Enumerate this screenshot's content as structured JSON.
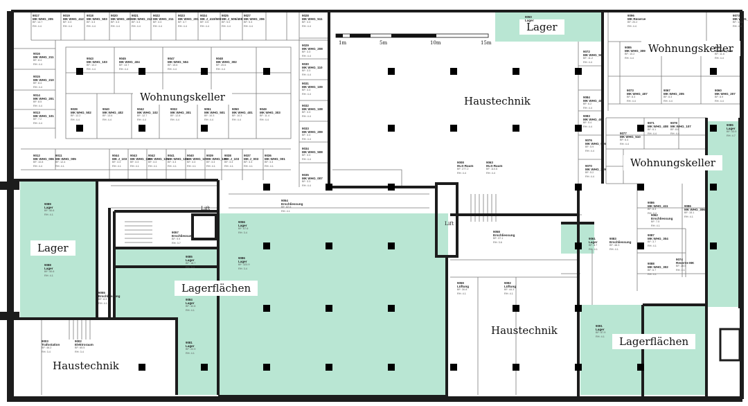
{
  "colors": {
    "storage": "#b9e6d3",
    "wall": "#1c1c1c",
    "pillar": "#000000",
    "line": "#777777",
    "background": "#ffffff"
  },
  "scale": {
    "labels": [
      "1m",
      "5m",
      "10m",
      "15m"
    ]
  },
  "zones": {
    "lager_top": "Lager",
    "lager_left": "Lager",
    "lagerflaechen_mid": "Lagerflächen",
    "lagerflaechen_right": "Lagerflächen",
    "haustechnik_top": "Haustechnik",
    "haustechnik_mid": "Haustechnik",
    "haustechnik_left": "Haustechnik",
    "wohnungskeller_left": "Wohnungskeller",
    "wohnungskeller_right_top": "Wohnungskeller",
    "wohnungskeller_right_mid": "Wohnungskeller",
    "lift_left": "Lift",
    "lift_mid": "Lift"
  },
  "rooms": [
    {
      "no": "9017",
      "name": "MK WHG_205",
      "a": "BF: 14.7",
      "b": "RH: 4.4"
    },
    {
      "no": "9019",
      "name": "MK WHG_412",
      "a": "BF: 3.3",
      "b": "RH: 4.4"
    },
    {
      "no": "9018",
      "name": "MK WHG_503",
      "a": "BF: 3.3",
      "b": "RH: 4.4"
    },
    {
      "no": "9020",
      "name": "MK WHG_409",
      "a": "BF: 3.3",
      "b": "RH: 4.4"
    },
    {
      "no": "9021",
      "name": "MK WHG_212",
      "a": "BF: 3.3",
      "b": "RH: 4.4"
    },
    {
      "no": "9022",
      "name": "MK WHG_211",
      "a": "BF: 3.3",
      "b": "RH: 4.4"
    },
    {
      "no": "9023",
      "name": "MK WHG_201",
      "a": "BF: 3.7",
      "b": "RH: 4.4"
    },
    {
      "no": "9024",
      "name": "MK J_410/509",
      "a": "BF: 3.5",
      "b": "RH: 4.4"
    },
    {
      "no": "9025",
      "name": "MK J_505/408",
      "a": "BF: 5.0",
      "b": "RH: 4.4"
    },
    {
      "no": "9027",
      "name": "MK WHG_206",
      "a": "BF: 5.3",
      "b": "RH: 4.4"
    },
    {
      "no": "9028",
      "name": "MK WHG_511",
      "a": "BF: 3.3",
      "b": "RH: 4.4"
    },
    {
      "no": "9016",
      "name": "MK WHG_211",
      "a": "BF: 8.4",
      "b": "RH: 4.4"
    },
    {
      "no": "9015",
      "name": "MK WHG_210",
      "a": "BF: 8.4",
      "b": "RH: 4.4"
    },
    {
      "no": "9014",
      "name": "MK WHG_201",
      "a": "BF: 8.5",
      "b": "RH: 4.4"
    },
    {
      "no": "9013",
      "name": "MK WHG_101",
      "a": "BF: 7.2",
      "b": "RH: 4.4"
    },
    {
      "no": "9043",
      "name": "MK WHG_103",
      "a": "BF: 10.2",
      "b": "RH: 4.4"
    },
    {
      "no": "9045",
      "name": "MK WHG_404",
      "a": "BF: 13.7",
      "b": "RH: 4.4"
    },
    {
      "no": "9047",
      "name": "MK WHG_504",
      "a": "BF: 15.6",
      "b": "RH: 4.4"
    },
    {
      "no": "9048",
      "name": "MK WHG_302",
      "a": "BF: 20.6",
      "b": "RH: 4.4"
    },
    {
      "no": "9039",
      "name": "MK WHG_502",
      "a": "BF: 12.2",
      "b": "RH: 4.4"
    },
    {
      "no": "9040",
      "name": "MK WHG_402",
      "a": "BF: 13.6",
      "b": "RH: 4.4"
    },
    {
      "no": "9042",
      "name": "MK WHG_102",
      "a": "BF: 12.7",
      "b": "RH: 4.4"
    },
    {
      "no": "9032",
      "name": "MK WHG_301",
      "a": "BF: 12.8",
      "b": "RH: 4.4"
    },
    {
      "no": "9051",
      "name": "MK WHG_501",
      "a": "BF: 10.3",
      "b": "RH: 4.4"
    },
    {
      "no": "9050",
      "name": "MK WHG_401",
      "a": "BF: 10.3",
      "b": "RH: 4.4"
    },
    {
      "no": "9049",
      "name": "MK WHG_303",
      "a": "BF: 11.4",
      "b": "RH: 4.4"
    },
    {
      "no": "9029",
      "name": "MK WHG_208",
      "a": "BF: 3.3",
      "b": "RH: 4.4"
    },
    {
      "no": "9030",
      "name": "MK WHG_110",
      "a": "BF: 3.3",
      "b": "RH: 4.4"
    },
    {
      "no": "9031",
      "name": "MK WHG_109",
      "a": "BF: 3.3",
      "b": "RH: 4.4"
    },
    {
      "no": "9032",
      "name": "MK WHG_108",
      "a": "BF: 3.3",
      "b": "RH: 4.4"
    },
    {
      "no": "9033",
      "name": "MK WHG_209",
      "a": "BF: 3.3",
      "b": "RH: 4.4"
    },
    {
      "no": "9034",
      "name": "MK WHG_508",
      "a": "BF: 3.3",
      "b": "RH: 4.4"
    },
    {
      "no": "9035",
      "name": "MK WHG_007",
      "a": "BF: 3.3",
      "b": "RH: 4.4"
    },
    {
      "no": "9012",
      "name": "MK WHG_006",
      "a": "BF: 10.8",
      "b": "RH: 4.4"
    },
    {
      "no": "9011",
      "name": "MK WHG_005",
      "a": "BF: 12.4",
      "b": "RH: 4.1"
    },
    {
      "no": "9044",
      "name": "MK J_103",
      "a": "BF: 3.3",
      "b": "RH: 4.1"
    },
    {
      "no": "9043",
      "name": "MK WHG_110",
      "a": "BF: 3.3",
      "b": "RH: 4.1"
    },
    {
      "no": "9042",
      "name": "MK WHG_109",
      "a": "BF: 3.3",
      "b": "RH: 4.1"
    },
    {
      "no": "9041",
      "name": "MK WHG_108",
      "a": "BF: 3.3",
      "b": "RH: 4.1"
    },
    {
      "no": "9040",
      "name": "MK WHG_107",
      "a": "BF: 3.3",
      "b": "RH: 4.1"
    },
    {
      "no": "9039",
      "name": "MK WHG_106",
      "a": "BF: 3.3",
      "b": "RH: 4.1"
    },
    {
      "no": "9038",
      "name": "MK J_103",
      "a": "BF: 3.3",
      "b": "RH: 4.1"
    },
    {
      "no": "9037",
      "name": "MK J_003",
      "a": "BF: 3.3",
      "b": "RH: 4.1"
    },
    {
      "no": "9036",
      "name": "MK WHG_001",
      "a": "BF: 3.3",
      "b": "RH: 4.1"
    },
    {
      "no": "9089",
      "name": "Lager",
      "a": "BF: 40.6",
      "b": "RH: 4.1"
    },
    {
      "no": "9088",
      "name": "Lager",
      "a": "BF: 40.6",
      "b": "RH: 4.1"
    },
    {
      "no": "9056",
      "name": "Lager",
      "a": "BF: 67.6",
      "b": "RH: 3.4"
    },
    {
      "no": "9086",
      "name": "Lager",
      "a": "BF: 323.9",
      "b": "RH: 3.4"
    },
    {
      "no": "9085",
      "name": "Lager",
      "a": "BF: 18.7",
      "b": "RH: 3.4"
    },
    {
      "no": "9084",
      "name": "Lager",
      "a": "BF: 32.8",
      "b": "RH: 4.1"
    },
    {
      "no": "9081",
      "name": "Lager",
      "a": "BF: 22.9",
      "b": "RH: 4.1"
    },
    {
      "no": "9057",
      "name": "Erschliessung",
      "a": "BF: 9.9",
      "b": "RH: 3.7"
    },
    {
      "no": "9055",
      "name": "Erschliessung",
      "a": "BF: 8.3",
      "b": "RH: 4.1"
    },
    {
      "no": "9054",
      "name": "Erschliessung",
      "a": "BF: 82.6",
      "b": "RH: 4.1"
    },
    {
      "no": "9058",
      "name": "Erschliessung",
      "a": "BF: 37.1",
      "b": "RH: 3.6"
    },
    {
      "no": "9008",
      "name": "HLS-Raum",
      "a": "BF: 277.2",
      "b": "RH: 4.4"
    },
    {
      "no": "9063",
      "name": "HLS-Raum",
      "a": "BF: 110.6",
      "b": "RH: 4.4"
    },
    {
      "no": "9059",
      "name": "Lüftung",
      "a": "BF: 30.8",
      "b": "RH: 4.1"
    },
    {
      "no": "9092",
      "name": "Lüftung",
      "a": "BF: 44.3",
      "b": "RH: 4.1"
    },
    {
      "no": "9003",
      "name": "Trafostation",
      "a": "BF: 46.2",
      "b": "RH: 3.4"
    },
    {
      "no": "9002",
      "name": "Elektroraum",
      "a": "BF: 65.5",
      "b": "RH: 3.4"
    },
    {
      "no": "9050",
      "name": "Lager",
      "a": "",
      "b": ""
    },
    {
      "no": "9096",
      "name": "MK Reserve",
      "a": "BF: 20.2",
      "b": "RH: 4.4"
    },
    {
      "no": "9073",
      "name": "MK WHG_106",
      "a": "BF: 13.1",
      "b": "RH: 4.4"
    },
    {
      "no": "9072",
      "name": "MK WHG_500",
      "a": "BF: 11.2",
      "b": "RH: 4.4"
    },
    {
      "no": "9085",
      "name": "MK WHG_309",
      "a": "BF: 10.2",
      "b": "RH: 4.4"
    },
    {
      "no": "9095",
      "name": "K WHG_106",
      "a": "BF: 11.6",
      "b": "RH: 4.4"
    },
    {
      "no": "9073",
      "name": "MK WHG_407",
      "a": "BF: 8.3",
      "b": "RH: 4.4"
    },
    {
      "no": "9067",
      "name": "MK WHG_205",
      "a": "BF: 8.3",
      "b": "RH: 4.4"
    },
    {
      "no": "9060",
      "name": "MK WHG_207",
      "a": "BF: 8.9",
      "b": "RH: 4.4"
    },
    {
      "no": "9084",
      "name": "MK WHG_405",
      "a": "BF: 6.2",
      "b": "RH: 4.4"
    },
    {
      "no": "9083",
      "name": "MK WHG_405",
      "a": "BF: 5.4",
      "b": "RH: 4.4"
    },
    {
      "no": "9071",
      "name": "MK WHG_408",
      "a": "BF: 6.1",
      "b": "RH: 4.4"
    },
    {
      "no": "9078",
      "name": "MK WHG_107",
      "a": "BF: 8.6",
      "b": "RH: 4.4"
    },
    {
      "no": "9077",
      "name": "MK WHG_510",
      "a": "BF: 6.4",
      "b": "RH: 4.4"
    },
    {
      "no": "9076",
      "name": "MK WHG_506",
      "a": "BF: 5.9",
      "b": "RH: 4.4"
    },
    {
      "no": "9070",
      "name": "MK WHG_309",
      "a": "BF: 5.2",
      "b": "RH: 4.4"
    },
    {
      "no": "9086",
      "name": "MK WHG_411",
      "a": "BF: 8.3",
      "b": "RH: 4.4"
    },
    {
      "no": "9086",
      "name": "MK WHG_306",
      "a": "BF: 15.1",
      "b": "RH: 4.1"
    },
    {
      "no": "9087",
      "name": "MK WHG_304",
      "a": "BF: 3.7",
      "b": "RH: 4.1"
    },
    {
      "no": "9088",
      "name": "MK WHG_302",
      "a": "BF: 6.7",
      "b": "RH: 4.1"
    },
    {
      "no": "9074",
      "name": "Reserve MK",
      "a": "BF: 28.5",
      "b": "RH: 4.1"
    },
    {
      "no": "9062",
      "name": "Erschliessung",
      "a": "BF: 7.5",
      "b": "RH: 4.1"
    },
    {
      "no": "9083",
      "name": "Erschliessung",
      "a": "BF: 48.3",
      "b": "RH: 4.1"
    },
    {
      "no": "9061",
      "name": "Lager",
      "a": "BF: 8.7",
      "b": "RH: 4.1"
    },
    {
      "no": "9091",
      "name": "Lager",
      "a": "BF: 87.9",
      "b": "RH: 4.1"
    },
    {
      "no": "9085",
      "name": "Lager",
      "a": "BF: 53.9",
      "b": "RH: 4.7"
    }
  ]
}
